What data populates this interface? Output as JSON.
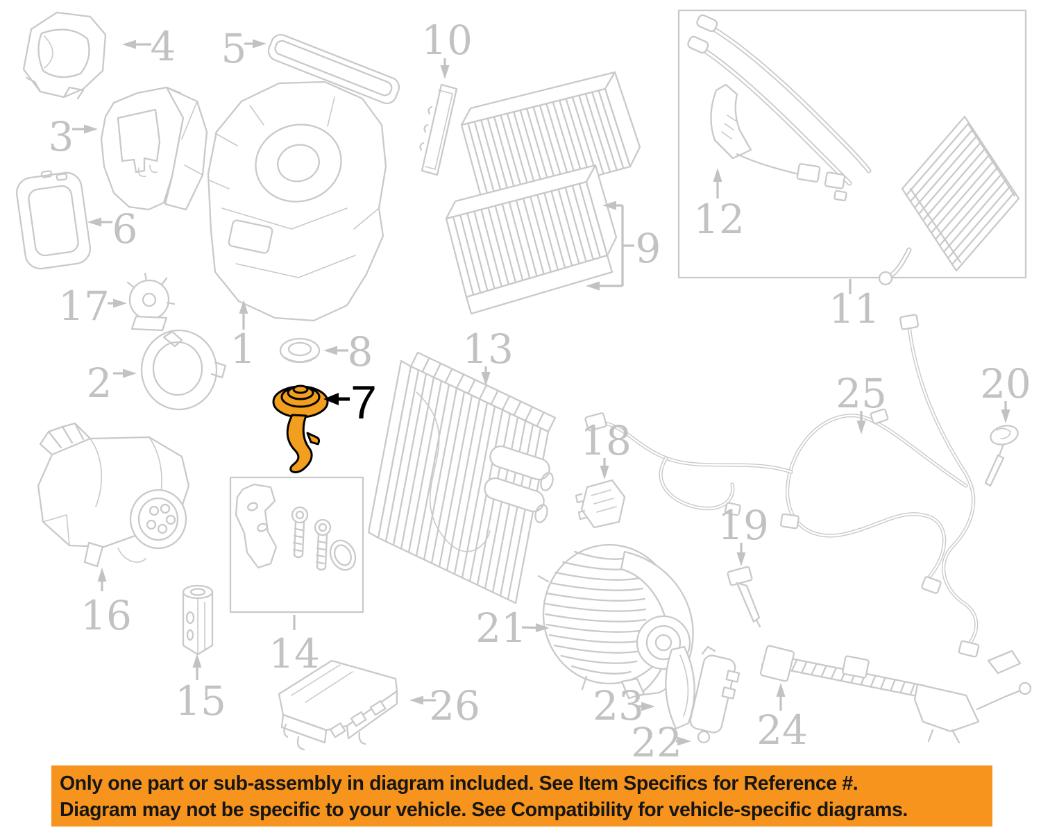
{
  "diagram": {
    "background_color": "#ffffff",
    "line_color": "#c9c9c9",
    "label_color": "#c2c2c2",
    "highlighted_part": "7",
    "highlight_fill": "#F29E1F",
    "highlight_outline": "#000000",
    "callouts": [
      {
        "label": "1",
        "highlighted": false
      },
      {
        "label": "2",
        "highlighted": false
      },
      {
        "label": "3",
        "highlighted": false
      },
      {
        "label": "4",
        "highlighted": false
      },
      {
        "label": "5",
        "highlighted": false
      },
      {
        "label": "6",
        "highlighted": false
      },
      {
        "label": "7",
        "highlighted": true
      },
      {
        "label": "8",
        "highlighted": false
      },
      {
        "label": "9",
        "highlighted": false
      },
      {
        "label": "10",
        "highlighted": false
      },
      {
        "label": "11",
        "highlighted": false
      },
      {
        "label": "12",
        "highlighted": false
      },
      {
        "label": "13",
        "highlighted": false
      },
      {
        "label": "14",
        "highlighted": false
      },
      {
        "label": "15",
        "highlighted": false
      },
      {
        "label": "16",
        "highlighted": false
      },
      {
        "label": "17",
        "highlighted": false
      },
      {
        "label": "18",
        "highlighted": false
      },
      {
        "label": "19",
        "highlighted": false
      },
      {
        "label": "20",
        "highlighted": false
      },
      {
        "label": "21",
        "highlighted": false
      },
      {
        "label": "22",
        "highlighted": false
      },
      {
        "label": "23",
        "highlighted": false
      },
      {
        "label": "24",
        "highlighted": false
      },
      {
        "label": "25",
        "highlighted": false
      },
      {
        "label": "26",
        "highlighted": false
      }
    ]
  },
  "banner": {
    "background_color": "#F7941E",
    "text_color": "#161616",
    "line1": "Only one part or sub-assembly in diagram included. See Item Specifics for Reference #.",
    "line2": "Diagram may not be specific to your vehicle. See Compatibility for vehicle-specific diagrams."
  }
}
